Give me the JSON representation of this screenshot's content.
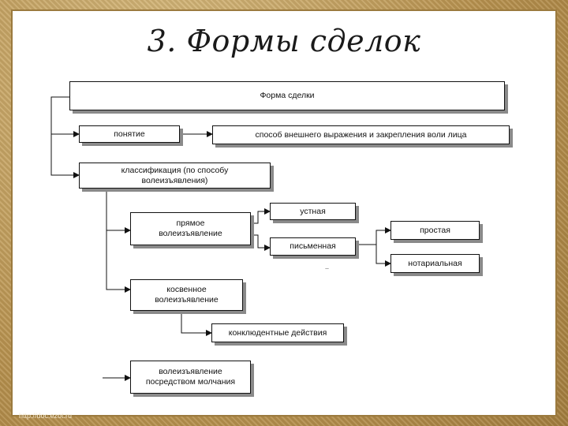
{
  "slide": {
    "title": "3. Формы сделок"
  },
  "diagram": {
    "root": "Форма сделки",
    "concept": "понятие",
    "concept_desc": "способ внешнего выражения и закрепления воли лица",
    "classification": [
      "классификация (по способу",
      "волеизъявления)"
    ],
    "direct": [
      "прямое",
      "волеизъявление"
    ],
    "oral": "устная",
    "written": "письменная",
    "simple": "простая",
    "notarial": "нотариальная",
    "indirect": [
      "косвенное",
      "волеизъявление"
    ],
    "conclusive": "конклюдентные действия",
    "silence": [
      "волеизъявление",
      "посредством молчания"
    ]
  },
  "footer": {
    "watermark": "http://doc.ezot.ru"
  }
}
